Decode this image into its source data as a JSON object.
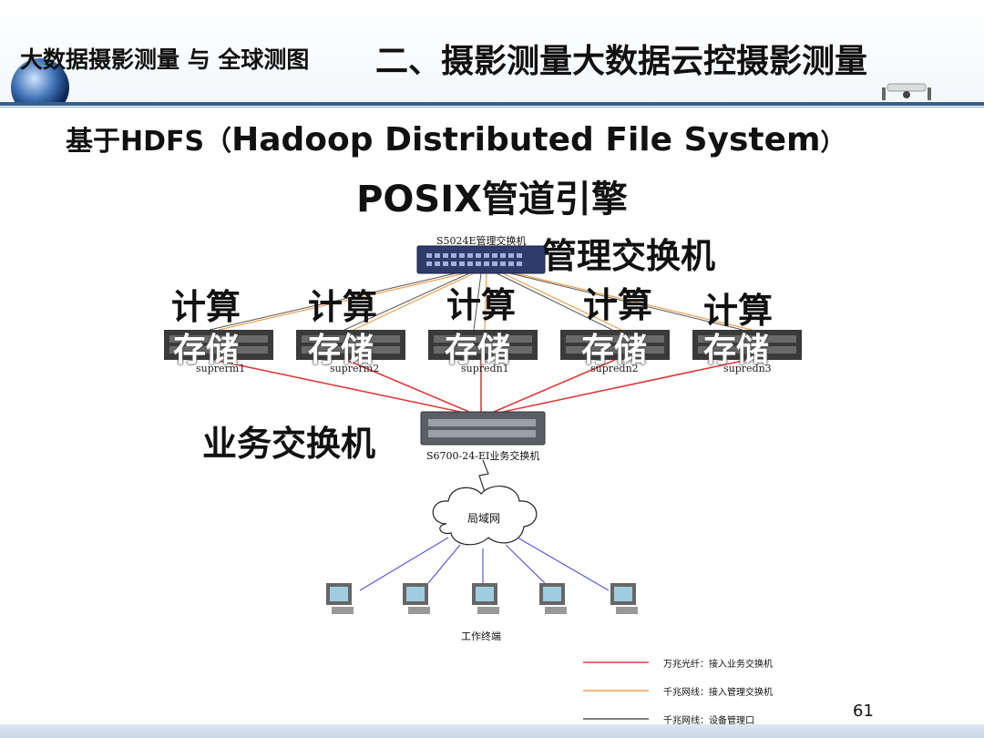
{
  "header": {
    "course_title": "大数据摄影测量 与 全球测图",
    "section_title": "二、摄影测量大数据云控摄影测量"
  },
  "title": {
    "line1_prefix": "基于HDFS（",
    "line1_main": "Hadoop Distributed File System",
    "line1_suffix": "）",
    "line2": "POSIX管道引擎"
  },
  "diagram": {
    "management_switch": {
      "device_label": "S5024E管理交换机",
      "role_label": "管理交换机"
    },
    "service_switch": {
      "device_label": "S6700-24-EI业务交换机",
      "role_label": "业务交换机"
    },
    "compute_label": "计算",
    "storage_label": "存储",
    "nodes": [
      "suprerm1",
      "suprerm2",
      "supredn1",
      "supredn2",
      "supredn3"
    ],
    "network_label": "局域网",
    "workstations_label": "工作终端",
    "legend": [
      {
        "text": "万兆光纤：接入业务交换机",
        "color": "#e03a3a"
      },
      {
        "text": "千兆网线：接入管理交换机",
        "color": "#f0a050"
      },
      {
        "text": "千兆网线：设备管理口",
        "color": "#555555"
      }
    ],
    "colors": {
      "fiber": "#e03a3a",
      "gigabit": "#f0a050",
      "mgmt": "#555555",
      "lan": "#5a5ad8"
    }
  },
  "footer": {
    "page_number": "61"
  }
}
